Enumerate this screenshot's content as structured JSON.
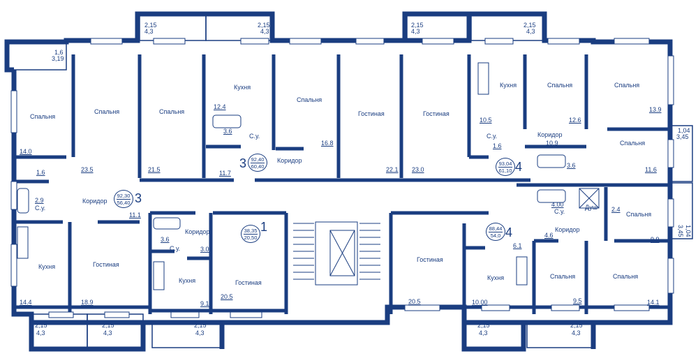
{
  "colors": {
    "wall": "#1a3d80",
    "fixture": "#1a3d80",
    "background": "#ffffff"
  },
  "rooms": {
    "spalnya": "Спальня",
    "kuhnya": "Кухня",
    "gostinaya": "Гостиная",
    "koridor": "Коридор",
    "su": "С.у.",
    "dush": "Душ"
  },
  "apartments": {
    "a1": {
      "number": "1",
      "total": "38,35",
      "living": "20,50",
      "areas": {
        "su": "3.6",
        "koridor": "3.0",
        "kuhnya": "9.1",
        "gostinaya": "20.5"
      }
    },
    "a3top": {
      "number": "3",
      "total": "92,40",
      "living": "60,40",
      "areas": {
        "kuhnya": "12.4",
        "su": "3.6",
        "spalnya1": "16.8",
        "gostinaya": "22.1",
        "koridor": "11.7",
        "spalnya2": "21.5"
      }
    },
    "a3left": {
      "number": "3",
      "total": "92,30",
      "living": "56,40",
      "areas": {
        "spalnya1": "14.0",
        "spalnya2": "23.5",
        "wc": "1.6",
        "su": "2.9",
        "koridor": "11.1",
        "kuhnya": "14.4",
        "gostinaya": "18.9"
      }
    },
    "a4top": {
      "number": "4",
      "total": "93,04",
      "living": "61,10",
      "areas": {
        "gostinaya": "23.0",
        "kuhnya": "10.5",
        "wc": "1.6",
        "spalnya1": "12.6",
        "spalnya2": "13.9",
        "koridor": "10.9",
        "su": "3.6",
        "spalnya3": "11.6"
      }
    },
    "a4bottom": {
      "number": "4",
      "total": "88,44",
      "living": "54,0",
      "areas": {
        "su": "4.00",
        "dush": "2.4",
        "spalnya1": "9.9",
        "koridor": "4.6",
        "wc": "6.1",
        "gostinaya": "20.5",
        "kuhnya": "10.00",
        "spalnya2": "9.5",
        "spalnya3": "14.1"
      }
    }
  },
  "balconies": {
    "b_top_left": "1,6",
    "b_top_left2": "3,19",
    "b_top1": "2,15",
    "b_top1b": "4,3",
    "b_top2": "2,15",
    "b_top2b": "4,3",
    "b_top3": "2,15",
    "b_top3b": "4,3",
    "b_top4": "2,15",
    "b_top4b": "4,3",
    "b_bot1": "2,15",
    "b_bot1b": "4,3",
    "b_bot2": "2,15",
    "b_bot2b": "4,3",
    "b_bot3": "2,15",
    "b_bot3b": "4,3",
    "b_bot4": "2,15",
    "b_bot4b": "4,3",
    "b_bot5": "2,15",
    "b_bot5b": "4,3",
    "b_right1": "1,04",
    "b_right1b": "3,45",
    "b_right2": "3,45",
    "b_right2b": "1,04"
  }
}
